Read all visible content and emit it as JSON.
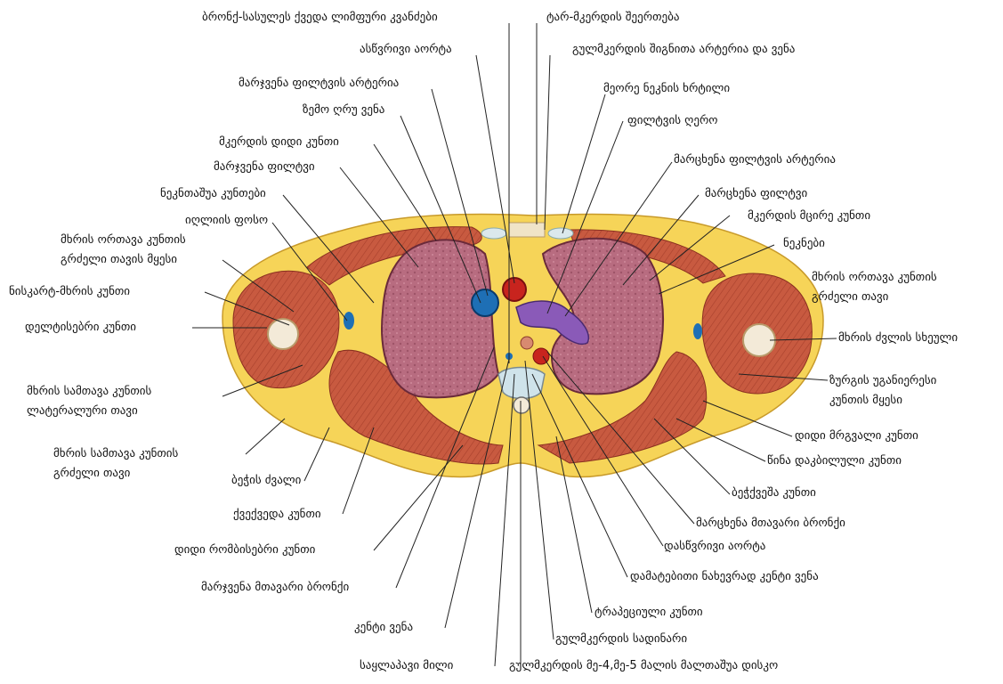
{
  "labels": {
    "top_center": "ბრონქ-სასულეს ქვედა ლიმფური კვანძები",
    "top_right_1": "ტარ-მკერდის შეერთება",
    "asc_aorta": "ასწვრივი აორტა",
    "int_thoracic": "გულმკერდის შიგნითა არტერია და ვენა",
    "r_pulm_artery": "მარჯვენა ფილტვის არტერია",
    "second_rib": "მეორე ნეკნის ხრტილი",
    "svc": "ზემო ღრუ ვენა",
    "pulm_trunk": "ფილტვის ღერო",
    "pec_major": "მკერდის დიდი კუნთი",
    "l_pulm_artery": "მარცხენა ფილტვის არტერია",
    "r_lung": "მარჯვენა ფილტვი",
    "intercostal": "ნეკნთაშუა კუნთები",
    "l_lung": "მარცხენა ფილტვი",
    "pec_minor": "მკერდის მცირე კუნთი",
    "axillary": "იღლიის ფოსო",
    "ribs": "ნეკნები",
    "biceps_long_l1": "მხრის ორთავა კუნთის",
    "biceps_long_l2": "გრძელი თავის მყესი",
    "biceps_r_l1": "მხრის ორთავა კუნთის",
    "biceps_r_l2": "გრძელი თავი",
    "coracobrachialis": "ნისკარტ-მხრის კუნთი",
    "deltoid": "დელტისებრი კუნთი",
    "humerus": "მხრის ძვლის სხეული",
    "latissimus_l1": "ზურგის უგანიერესი",
    "latissimus_l2": "კუნთის მყესი",
    "triceps_lat_l1": "მხრის სამთავა კუნთის",
    "triceps_lat_l2": "ლატერალური თავი",
    "teres_major": "დიდი მრგვალი კუნთი",
    "serratus": "წინა დაკბილული კუნთი",
    "triceps_long_l1": "მხრის სამთავა კუნთის",
    "triceps_long_l2": "გრძელი თავი",
    "scapula": "ბეჭის ძვალი",
    "infraspinatus": "ბეჭქვეშა კუნთი",
    "subscapular": "ქვექვედა კუნთი",
    "l_main_bronchus": "მარცხენა მთავარი ბრონქი",
    "rhomboid": "დიდი რომბისებრი კუნთი",
    "desc_aorta": "დასწვრივი აორტა",
    "r_main_bronchus": "მარჯვენა მთავარი ბრონქი",
    "hemiazygos": "დამატებითი ნახევრად  კენტი ვენა",
    "trapezius": "ტრაპეციული კუნთი",
    "azygos": "კენტი ვენა",
    "thoracic_duct": "გულმკერდის სადინარი",
    "esophagus": "საყლაპავი  მილი",
    "disc": "გულმკერდის მე-4,მე-5 მალის მალთაშუა დისკო"
  },
  "colors": {
    "fat": "#f6d458",
    "muscle": "#c8553d",
    "lung": "#b86a7e",
    "vein": "#1e6fb5",
    "artery": "#c8241e",
    "pulm_trunk": "#8a5ab8",
    "bone": "#f3ead8"
  }
}
